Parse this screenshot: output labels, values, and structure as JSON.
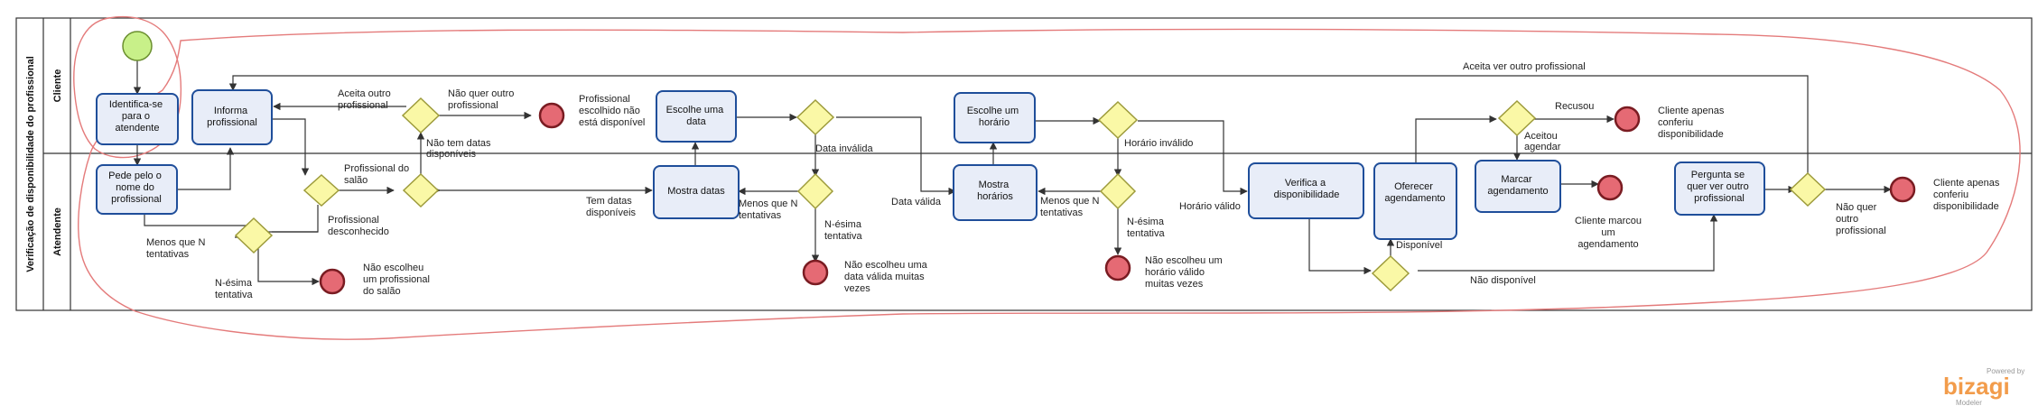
{
  "pool": {
    "title": "Verificação de disponibilidade do profissional"
  },
  "lanes": {
    "cliente": "Cliente",
    "atendente": "Atendente"
  },
  "tasks": {
    "identifica": [
      "Identifica-se",
      "para o",
      "atendente"
    ],
    "informa": [
      "Informa",
      "profissional"
    ],
    "pede_nome": [
      "Pede pelo o",
      "nome do",
      "profissional"
    ],
    "escolhe_data": [
      "Escolhe uma",
      "data"
    ],
    "mostra_datas": [
      "Mostra datas"
    ],
    "escolhe_horario": [
      "Escolhe um",
      "horário"
    ],
    "mostra_horarios": [
      "Mostra",
      "horários"
    ],
    "verifica": [
      "Verifica a",
      "disponibilidade"
    ],
    "oferecer": [
      "Oferecer",
      "agendamento"
    ],
    "marcar": [
      "Marcar",
      "agendamento"
    ],
    "pergunta": [
      "Pergunta se",
      "quer ver outro",
      "profissional"
    ]
  },
  "labels": {
    "aceita_outro": [
      "Aceita outro",
      "profissional"
    ],
    "nao_quer_outro": [
      "Não quer outro",
      "profissional"
    ],
    "escolhido_indisp": [
      "Profissional",
      "escolhido não",
      "está disponível"
    ],
    "nao_tem_datas": [
      "Não tem datas",
      "disponíveis"
    ],
    "prof_do_salao": [
      "Profissional do",
      "salão"
    ],
    "prof_desconhecido": [
      "Profissional",
      "desconhecido"
    ],
    "menos_n_1": [
      "Menos que N",
      "tentativas"
    ],
    "nesima_1": [
      "N-ésima",
      "tentativa"
    ],
    "nao_escolheu_prof": [
      "Não escolheu",
      "um profissional",
      "do salão"
    ],
    "tem_datas": [
      "Tem datas",
      "disponíveis"
    ],
    "data_invalida": [
      "Data inválida"
    ],
    "menos_n_2": [
      "Menos que N",
      "tentativas"
    ],
    "nesima_2": [
      "N-ésima",
      "tentativa"
    ],
    "nao_escolheu_data": [
      "Não escolheu uma",
      "data válida muitas",
      "vezes"
    ],
    "data_valida": [
      "Data válida"
    ],
    "horario_invalido": [
      "Horário inválido"
    ],
    "menos_n_3": [
      "Menos que N",
      "tentativas"
    ],
    "nesima_3": [
      "N-ésima",
      "tentativa"
    ],
    "nao_escolheu_horario": [
      "Não escolheu um",
      "horário válido",
      "muitas vezes"
    ],
    "horario_valido": [
      "Horário válido"
    ],
    "disponivel": [
      "Disponível"
    ],
    "nao_disponivel": [
      "Não disponível"
    ],
    "recusou": [
      "Recusou"
    ],
    "conferiu_1": [
      "Cliente apenas",
      "conferiu",
      "disponibilidade"
    ],
    "aceitou": [
      "Aceitou",
      "agendar"
    ],
    "marcou": [
      "Cliente marcou",
      "um",
      "agendamento"
    ],
    "aceita_ver": [
      "Aceita ver outro profissional"
    ],
    "nao_quer_prof": [
      "Não quer",
      "outro",
      "profissional"
    ],
    "conferiu_2": [
      "Cliente apenas",
      "conferiu",
      "disponibilidade"
    ]
  },
  "brand": {
    "powered": "Powered by",
    "name": "bizagi",
    "product": "Modeler"
  },
  "colors": {
    "task_fill": "#e8edf8",
    "task_stroke": "#1f4e9a",
    "gateway_fill": "#faf8a6",
    "end_fill": "#e56a74",
    "start_fill": "#c8f089",
    "sketch": "#e47b7b",
    "brand": "#f29c4b"
  }
}
